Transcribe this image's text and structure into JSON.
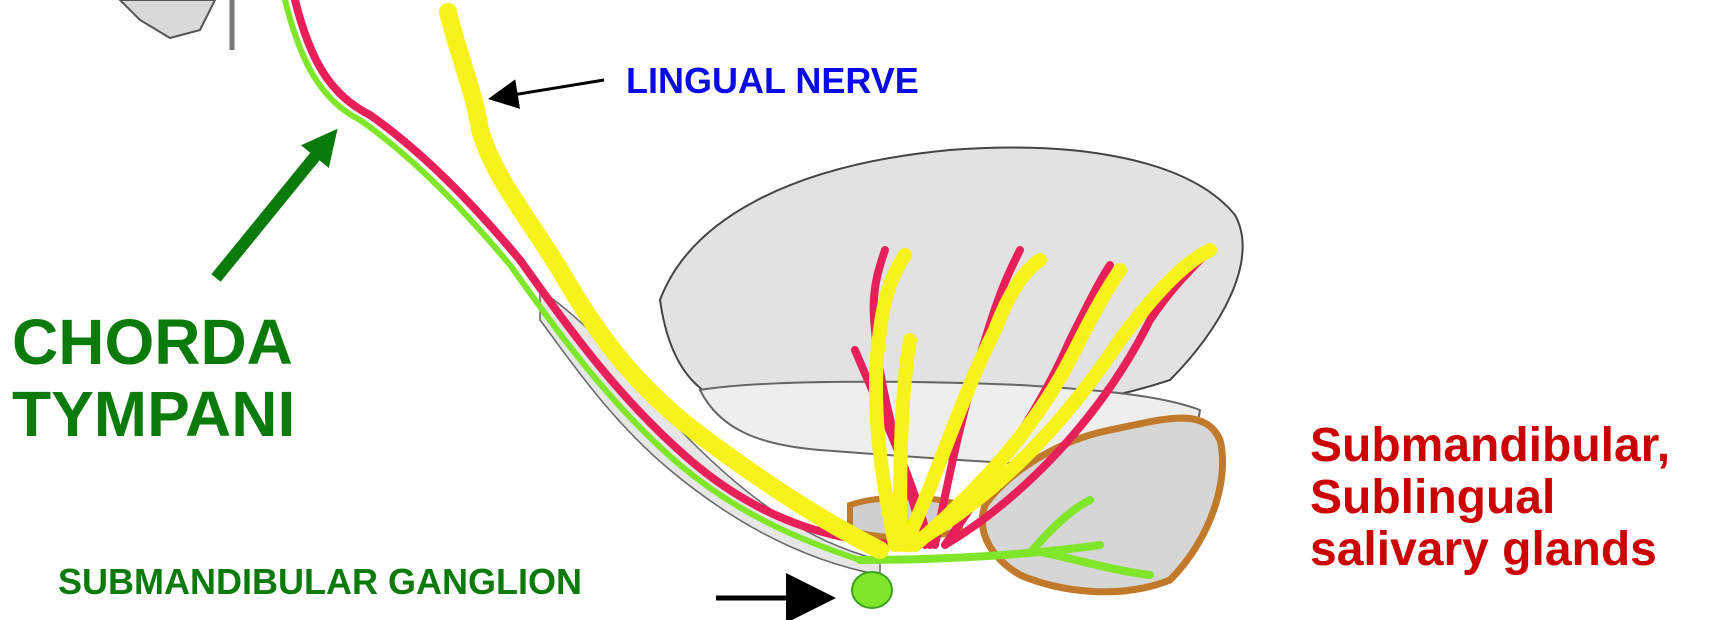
{
  "labels": {
    "lingual_nerve": "LINGUAL NERVE",
    "chorda_line1": "CHORDA",
    "chorda_line2": "TYMPANI",
    "ganglion": "SUBMANDIBULAR GANGLION",
    "glands_line1": "Submandibular,",
    "glands_line2": "Sublingual",
    "glands_line3": "salivary glands"
  },
  "colors": {
    "lingual_label": "#0a0ae6",
    "chorda_label": "#0a7a0a",
    "ganglion_label": "#0a7a0a",
    "glands_label": "#cc0000",
    "lingual_nerve": "#f6f21a",
    "chorda_fibers": "#e8205a",
    "green_nerve": "#7fe62a",
    "gland_outline": "#c07a2a",
    "arrow_green": "#0a7a0a",
    "arrow_black": "#000000"
  }
}
